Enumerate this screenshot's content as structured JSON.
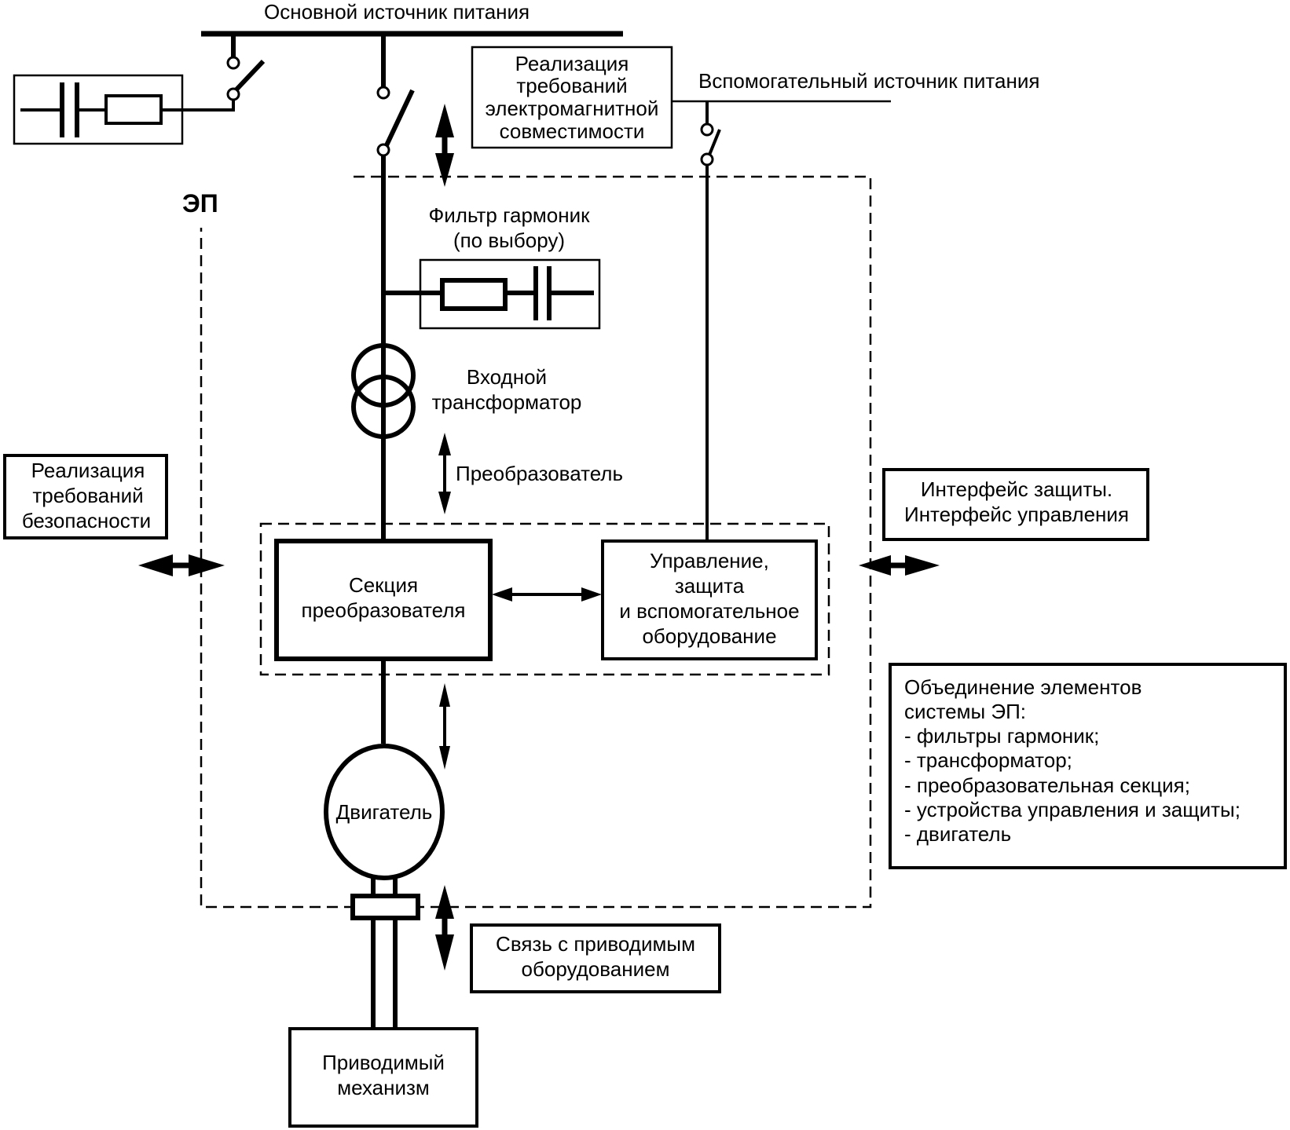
{
  "diagram": {
    "main_supply": "Основной источник питания",
    "aux_supply": "Вспомогательный источник питания",
    "system_label": "ЭП",
    "emc_box": [
      "Реализация",
      "требований",
      "электромагнитной",
      "совместимости"
    ],
    "harmonic_filter": [
      "Фильтр гармоник",
      "(по выбору)"
    ],
    "input_transformer": [
      "Входной",
      "трансформатор"
    ],
    "converter_label": "Преобразователь",
    "safety_box": [
      "Реализация",
      "требований",
      "безопасности"
    ],
    "interface_box": [
      "Интерфейс защиты.",
      "Интерфейс управления"
    ],
    "converter_section": [
      "Секция",
      "преобразователя"
    ],
    "control_box": [
      "Управление,",
      "защита",
      "и вспомогательное",
      "оборудование"
    ],
    "integration_box": {
      "title": [
        "Объединение элементов",
        "системы ЭП:"
      ],
      "items": [
        "- фильтры гармоник;",
        "- трансформатор;",
        "- преобразовательная секция;",
        "- устройства управления и защиты;",
        "- двигатель"
      ]
    },
    "motor": "Двигатель",
    "driven_link_box": [
      "Связь с приводимым",
      "оборудованием"
    ],
    "driven_mechanism": [
      "Приводимый",
      "механизм"
    ]
  }
}
